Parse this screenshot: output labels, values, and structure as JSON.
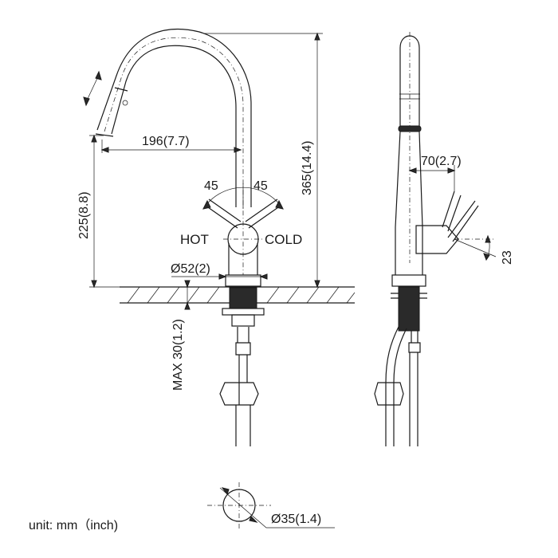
{
  "labels": {
    "spout_reach": "196(7.7)",
    "total_height": "365(14.4)",
    "spout_height": "225(8.8)",
    "angle_left": "45",
    "angle_right": "45",
    "hot": "HOT",
    "cold": "COLD",
    "base_diameter": "Ø52(2)",
    "max_thickness": "MAX 30(1.2)",
    "handle_offset": "70(2.7)",
    "handle_angle": "23",
    "hole_diameter": "Ø35(1.4)",
    "unit": "unit: mm（inch)"
  },
  "colors": {
    "line": "#1a1a1a",
    "background": "#ffffff"
  }
}
